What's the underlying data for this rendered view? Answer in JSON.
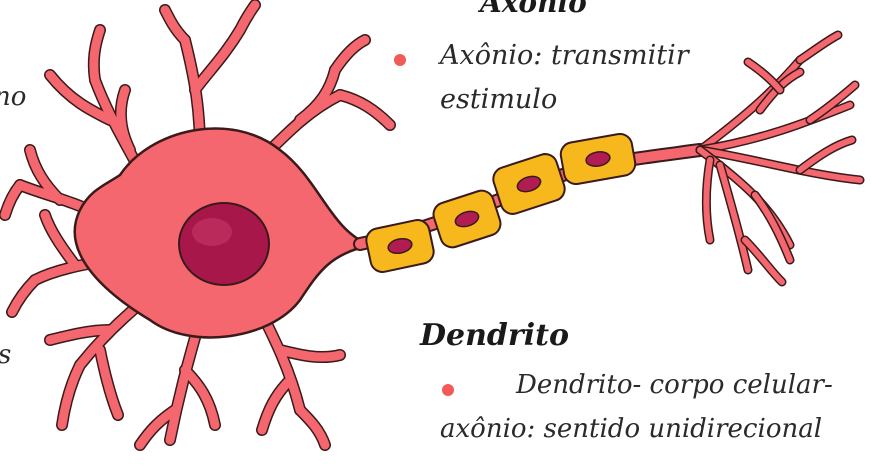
{
  "colors": {
    "cell": "#f5676f",
    "cell_outline": "#3a1a1a",
    "nucleus": "#a8174a",
    "nucleus_highlight": "#c93a68",
    "myelin": "#f6b81c",
    "myelin_nucleus": "#b11d53",
    "bullet": "#f25a5a",
    "text": "#2a2a2a"
  },
  "labels": {
    "axon_heading": "Axônio",
    "axon_bullet_line1": "Axônio: transmitir",
    "axon_bullet_line2": "estimulo",
    "dendrite_heading": "Dendrito",
    "dendrite_bullet_line1": "Dendrito- corpo celular-",
    "dendrite_bullet_line2": "axônio: sentido unidirecional",
    "cut_left_top": "no",
    "cut_left_bottom": "s"
  },
  "icons": {
    "bullet": "dot-icon"
  }
}
